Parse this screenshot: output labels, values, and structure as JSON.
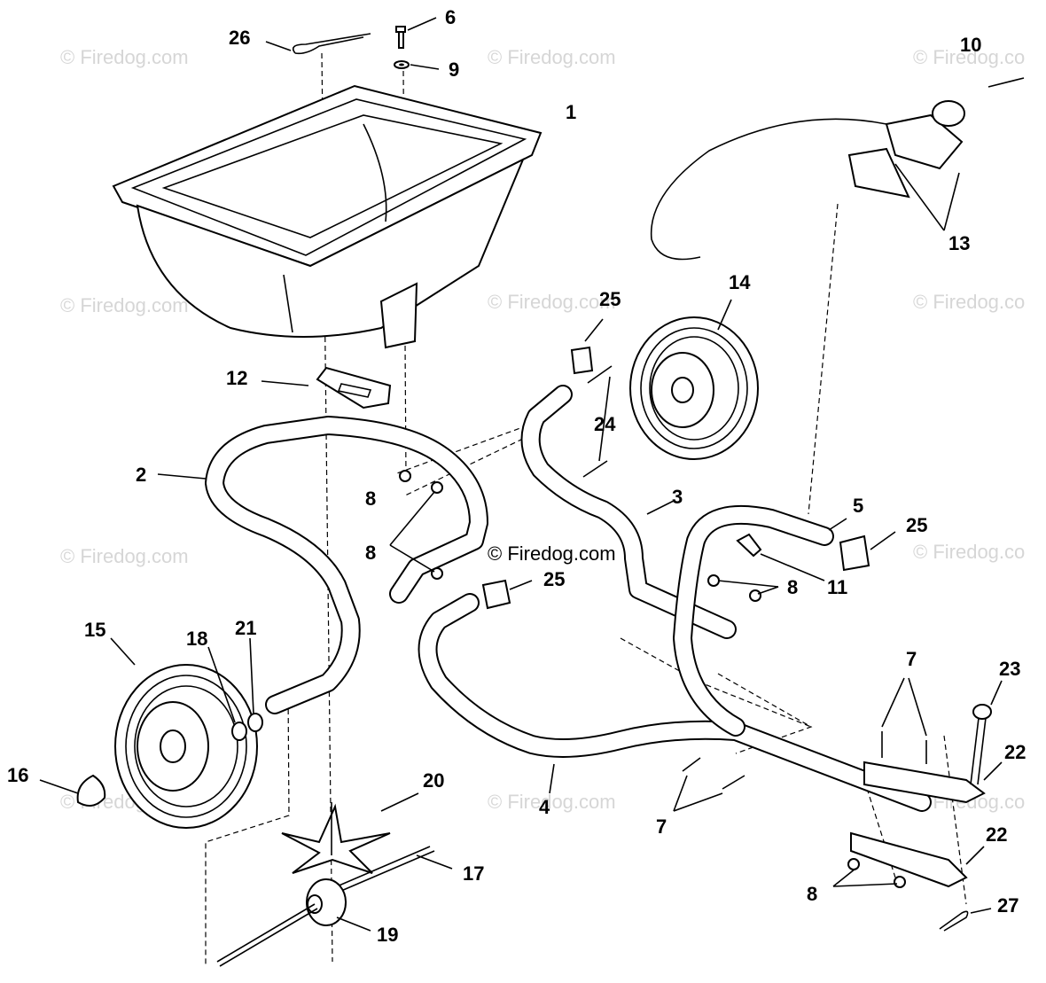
{
  "watermark": "© Firedog.com",
  "watermark_cut": "© Firedog.co",
  "callouts": {
    "p1": "1",
    "p2": "2",
    "p3": "3",
    "p4": "4",
    "p5": "5",
    "p6": "6",
    "p7a": "7",
    "p7b": "7",
    "p8a": "8",
    "p8b": "8",
    "p8c": "8",
    "p8d": "8",
    "p9": "9",
    "p10": "10",
    "p11": "11",
    "p12": "12",
    "p13": "13",
    "p14": "14",
    "p15": "15",
    "p16": "16",
    "p17": "17",
    "p18": "18",
    "p19": "19",
    "p20": "20",
    "p21": "21",
    "p22a": "22",
    "p22b": "22",
    "p23": "23",
    "p24": "24",
    "p25a": "25",
    "p25b": "25",
    "p25c": "25",
    "p26": "26",
    "p27": "27"
  }
}
